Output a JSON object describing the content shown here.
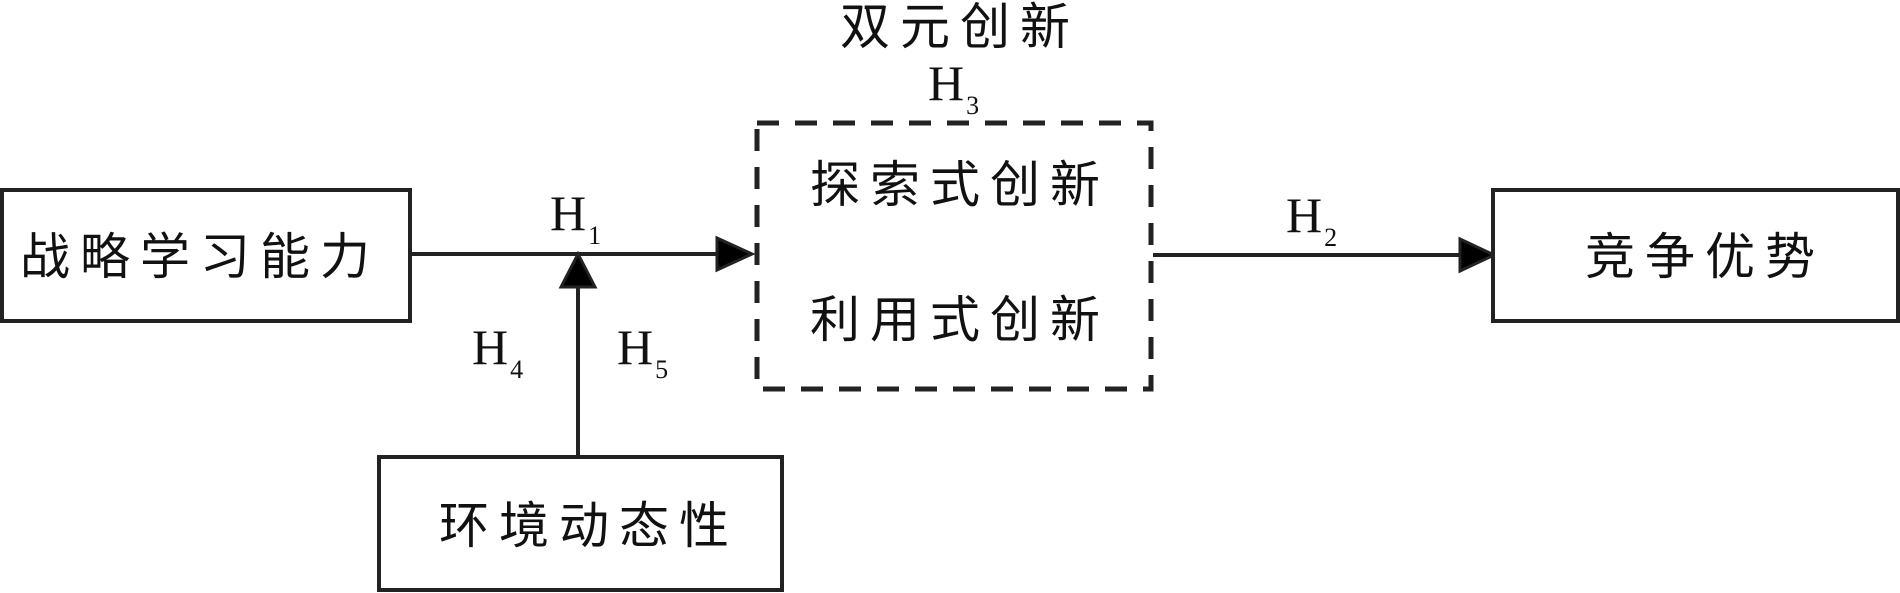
{
  "diagram": {
    "top_label": "双元创新",
    "nodes": {
      "strategic_learning": "战略学习能力",
      "exploratory": "探索式创新",
      "exploitative": "利用式创新",
      "competitive_advantage": "竞争优势",
      "environment": "环境动态性"
    },
    "hypotheses": {
      "h1": {
        "letter": "H",
        "num": "1"
      },
      "h2": {
        "letter": "H",
        "num": "2"
      },
      "h3": {
        "letter": "H",
        "num": "3"
      },
      "h4": {
        "letter": "H",
        "num": "4"
      },
      "h5": {
        "letter": "H",
        "num": "5"
      }
    },
    "edges": [
      {
        "from": "战略学习能力",
        "to": "双元创新",
        "label": "H1"
      },
      {
        "from": "双元创新",
        "to": "竞争优势",
        "label": "H2"
      },
      {
        "from": "环境动态性",
        "to": "H1",
        "label": "H4/H5"
      }
    ],
    "colors": {
      "line": "#222222",
      "text": "#111111"
    }
  }
}
